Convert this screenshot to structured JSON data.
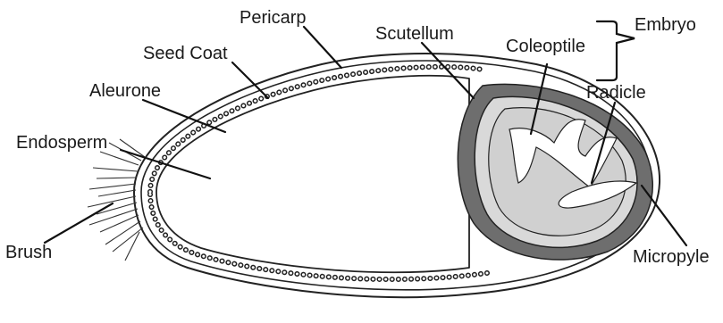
{
  "labels": {
    "pericarp": "Pericarp",
    "seed_coat": "Seed Coat",
    "aleurone": "Aleurone",
    "endosperm": "Endosperm",
    "brush": "Brush",
    "scutellum": "Scutellum",
    "coleoptile": "Coleoptile",
    "radicle": "Radicle",
    "micropyle": "Micropyle",
    "embryo": "Embryo"
  },
  "colors": {
    "line": "#222222",
    "scutellum_fill": "#6e6e6e",
    "embryo_fill": "#d9d9d9",
    "background": "#ffffff"
  }
}
